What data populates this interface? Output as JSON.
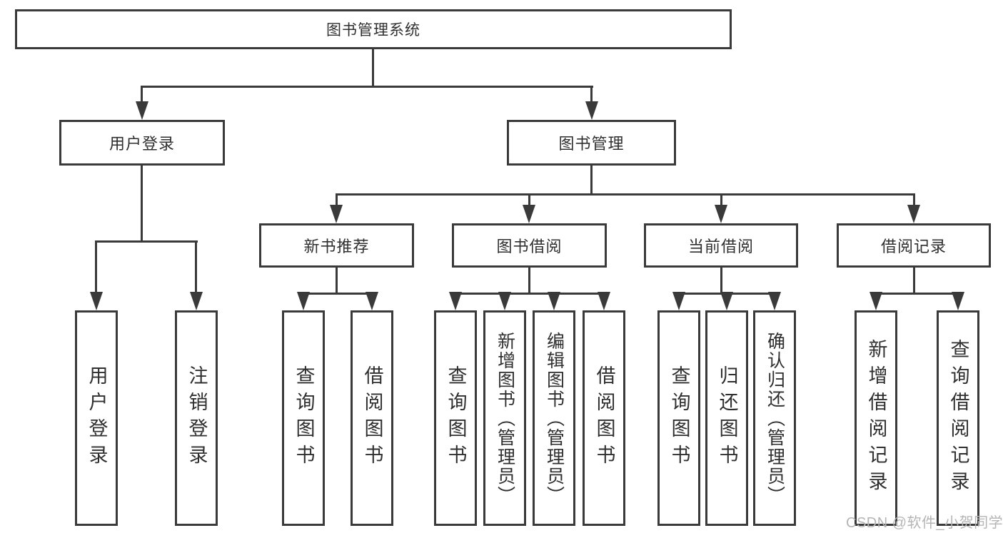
{
  "diagram": {
    "root": "图书管理系统",
    "level2": [
      {
        "label": "用户登录",
        "children": [
          "用户登录",
          "注销登录"
        ]
      },
      {
        "label": "图书管理",
        "sections": [
          {
            "label": "新书推荐",
            "children": [
              "查询图书",
              "借阅图书"
            ]
          },
          {
            "label": "图书借阅",
            "children": [
              "查询图书",
              "新增图书（管理员）",
              "编辑图书（管理员）",
              "借阅图书"
            ]
          },
          {
            "label": "当前借阅",
            "children": [
              "查询图书",
              "归还图书",
              "确认归还（管理员）"
            ]
          },
          {
            "label": "借阅记录",
            "children": [
              "新增借阅记录",
              "查询借阅记录"
            ]
          }
        ]
      }
    ]
  },
  "watermark": "CSDN @软件_小贺同学",
  "colors": {
    "line": "#3a3a3a",
    "text": "#2f2f2f",
    "watermark": "#b5b5b5",
    "background": "#ffffff"
  }
}
